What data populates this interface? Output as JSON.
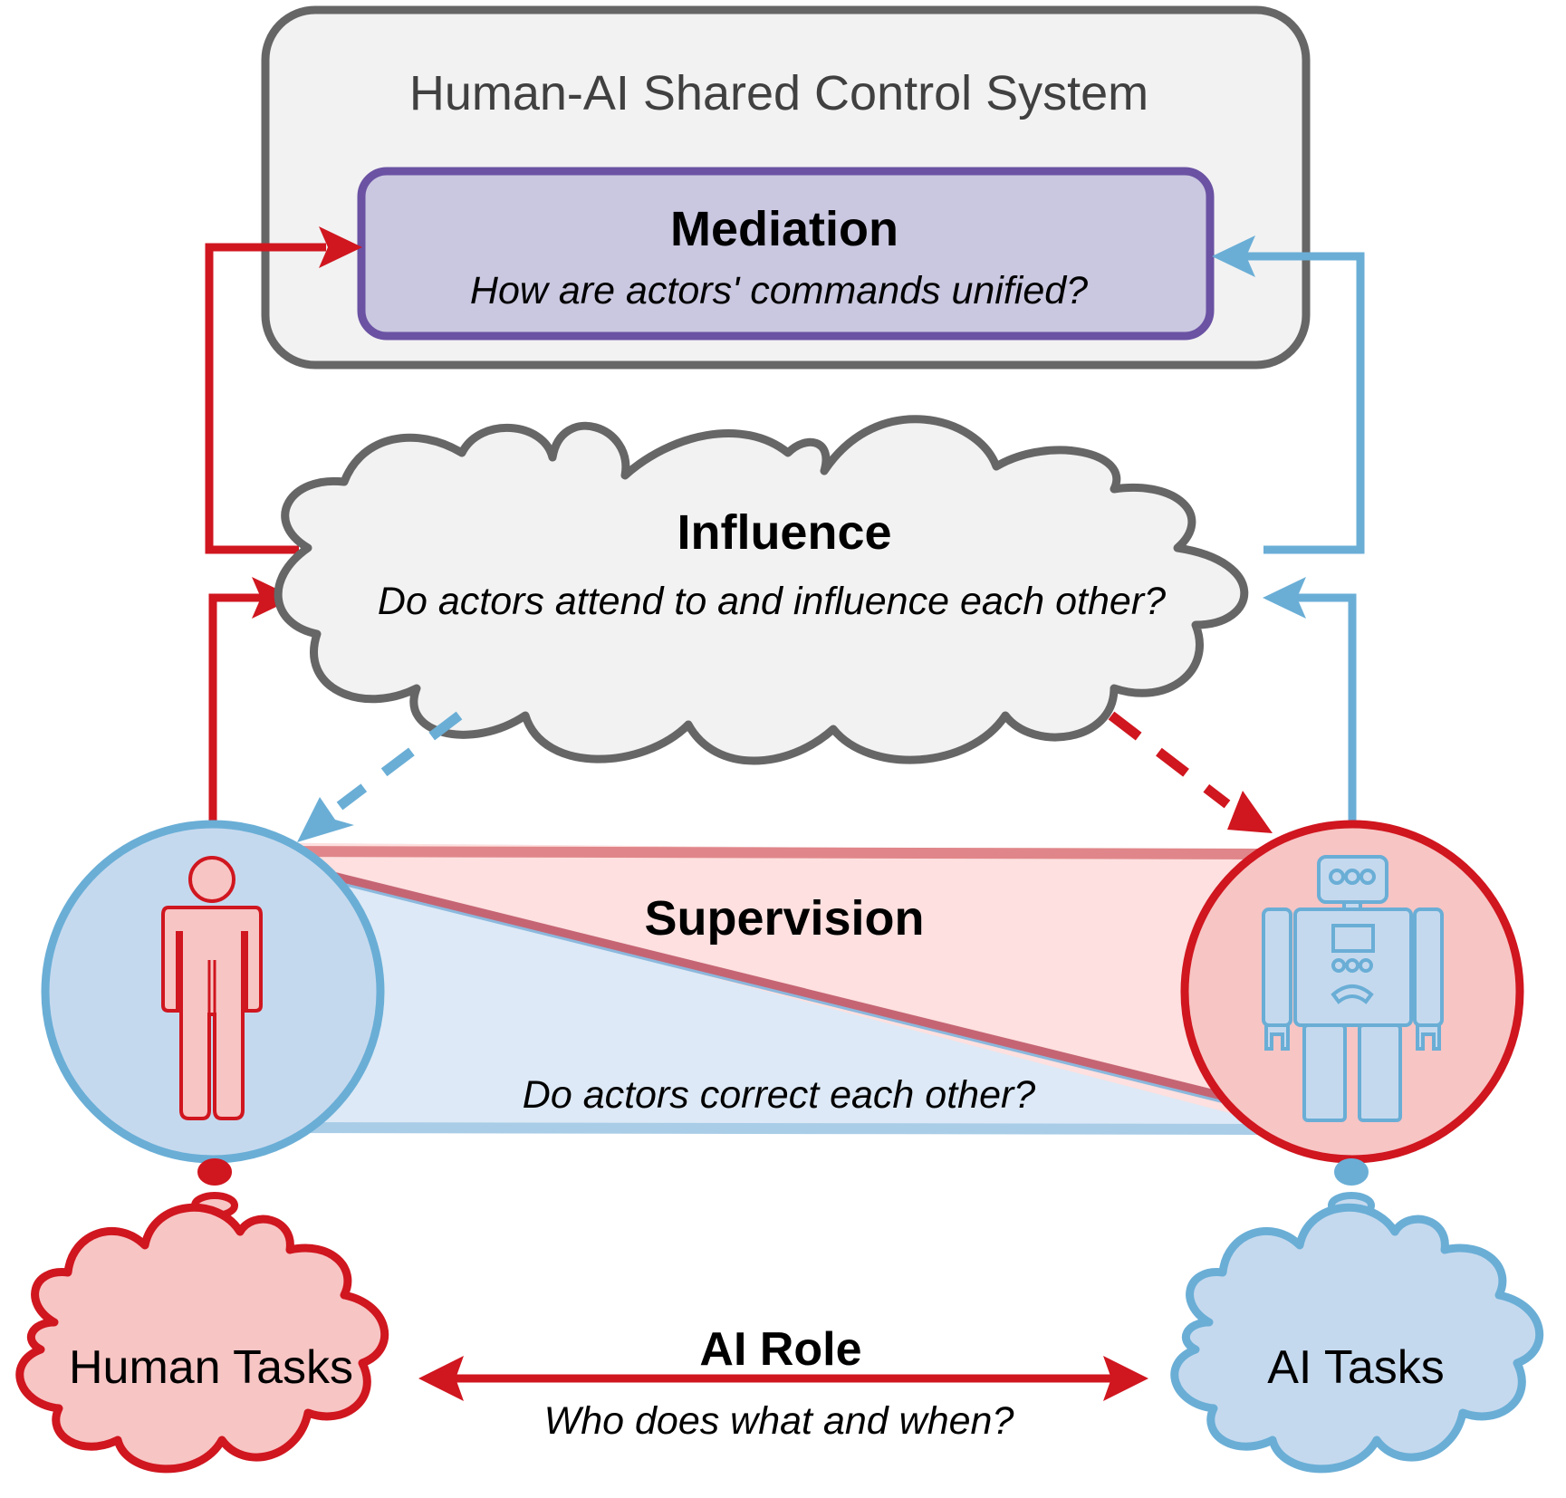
{
  "system": {
    "title": "Human-AI Shared Control System"
  },
  "mediation": {
    "title": "Mediation",
    "question": "How are actors' commands unified?"
  },
  "influence": {
    "title": "Influence",
    "question": "Do actors attend to and influence each other?"
  },
  "supervision": {
    "title": "Supervision",
    "question": "Do actors correct each other?"
  },
  "tasks": {
    "human": "Human Tasks",
    "ai": "AI Tasks"
  },
  "ai_role": {
    "title": "AI Role",
    "question": "Who does what and when?"
  },
  "colors": {
    "red": "#d0161f",
    "blue": "#6aaed6",
    "gray": "#666666",
    "purple": "#6b52a3",
    "lavender": "#cac8e0",
    "pink_fill": "#f7c5c4",
    "blue_fill": "#c5d9ee"
  },
  "icons": [
    "human-icon",
    "robot-icon"
  ]
}
